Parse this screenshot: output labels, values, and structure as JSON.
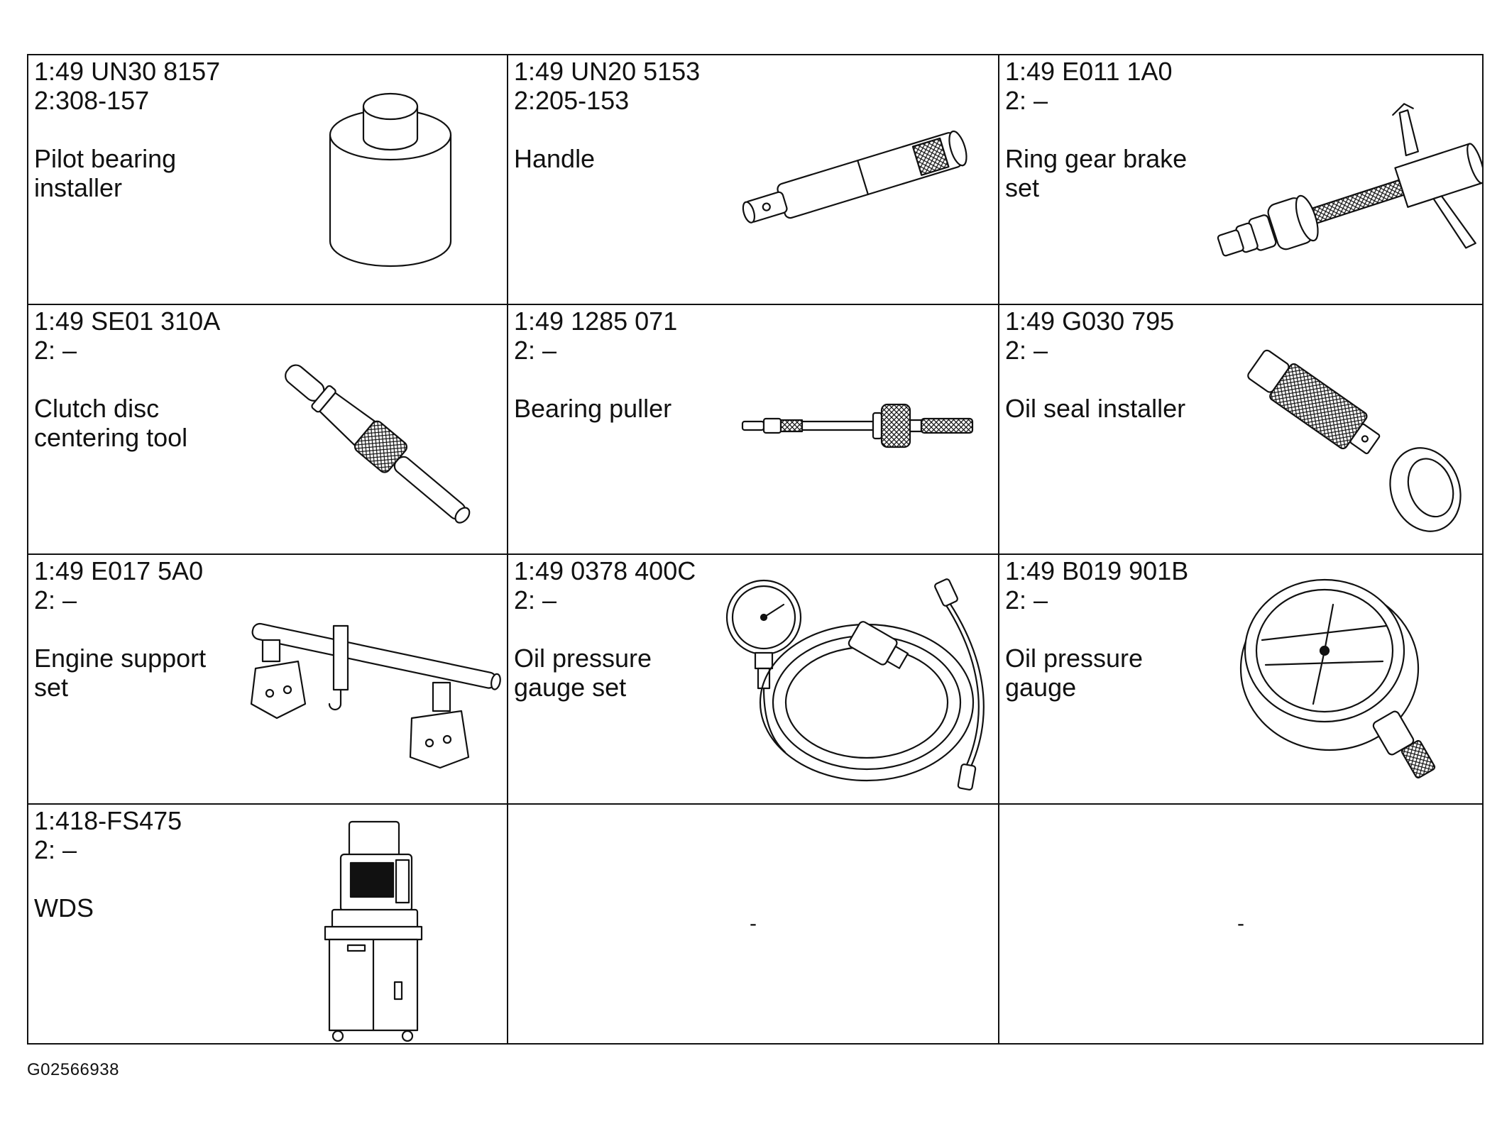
{
  "tools": [
    {
      "part_no": "1:49 UN30 8157",
      "alt_no": "2:308-157",
      "name_line1": "Pilot bearing",
      "name_line2": "installer",
      "icon": "pilot-bearing-installer-icon"
    },
    {
      "part_no": "1:49 UN20 5153",
      "alt_no": "2:205-153",
      "name_line1": "Handle",
      "name_line2": "",
      "icon": "handle-icon"
    },
    {
      "part_no": "1:49 E011 1A0",
      "alt_no": "2: –",
      "name_line1": "Ring gear brake",
      "name_line2": "set",
      "icon": "ring-gear-brake-set-icon"
    },
    {
      "part_no": "1:49 SE01 310A",
      "alt_no": "2: –",
      "name_line1": "Clutch disc",
      "name_line2": "centering tool",
      "icon": "clutch-disc-centering-tool-icon"
    },
    {
      "part_no": "1:49 1285 071",
      "alt_no": "2: –",
      "name_line1": "Bearing puller",
      "name_line2": "",
      "icon": "bearing-puller-icon"
    },
    {
      "part_no": "1:49 G030 795",
      "alt_no": "2: –",
      "name_line1": "Oil seal installer",
      "name_line2": "",
      "icon": "oil-seal-installer-icon"
    },
    {
      "part_no": "1:49 E017 5A0",
      "alt_no": "2: –",
      "name_line1": "Engine support",
      "name_line2": "set",
      "icon": "engine-support-set-icon"
    },
    {
      "part_no": "1:49 0378 400C",
      "alt_no": "2: –",
      "name_line1": "Oil pressure",
      "name_line2": "gauge set",
      "icon": "oil-pressure-gauge-set-icon"
    },
    {
      "part_no": "1:49 B019 901B",
      "alt_no": "2: –",
      "name_line1": "Oil pressure",
      "name_line2": "gauge",
      "icon": "oil-pressure-gauge-icon"
    },
    {
      "part_no": "1:418-FS475",
      "alt_no": "2: –",
      "name_line1": "WDS",
      "name_line2": "",
      "icon": "wds-cart-icon"
    }
  ],
  "empty_cells": [
    {
      "mark": "-"
    },
    {
      "mark": "-"
    }
  ],
  "figure_id": "G02566938"
}
